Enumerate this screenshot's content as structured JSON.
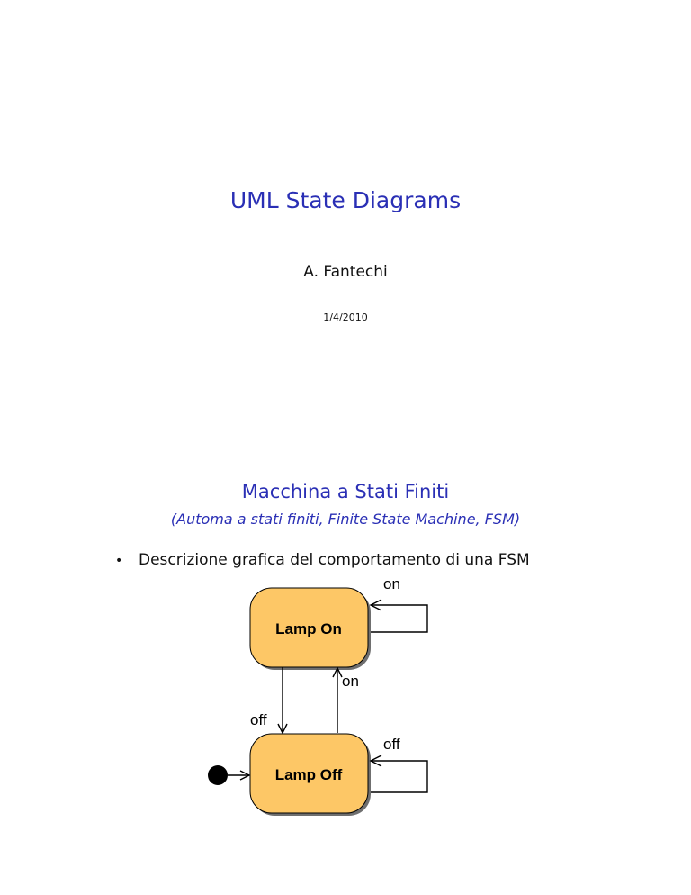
{
  "slide1": {
    "title": "UML State Diagrams",
    "author": "A.  Fantechi",
    "date": "1/4/2010"
  },
  "slide2": {
    "title": "Macchina a Stati Finiti",
    "subtitle": "(Automa a stati finiti, Finite State Machine, FSM)",
    "bullet_symbol": "•",
    "bullet_text": "Descrizione grafica del comportamento di una FSM"
  },
  "diagram": {
    "state_fill": "#fdc766",
    "states": [
      {
        "id": "lamp-on",
        "label": "Lamp On"
      },
      {
        "id": "lamp-off",
        "label": "Lamp Off"
      }
    ],
    "transitions": [
      {
        "from": "lamp-on",
        "to": "lamp-on",
        "label": "on"
      },
      {
        "from": "lamp-off",
        "to": "lamp-on",
        "label": "on"
      },
      {
        "from": "lamp-on",
        "to": "lamp-off",
        "label": "off"
      },
      {
        "from": "lamp-off",
        "to": "lamp-off",
        "label": "off"
      }
    ]
  }
}
